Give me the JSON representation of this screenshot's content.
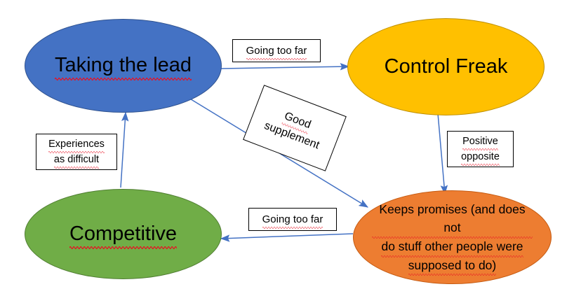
{
  "diagram": {
    "title": "Taking the lead / Control Freak / Competitive / Keeps promises relationship map",
    "background_color": "#ffffff",
    "arrow_color": "#4472c4",
    "spellcheck_squiggle_color": "#e81123",
    "nodes": [
      {
        "id": "taking-the-lead",
        "label": "Taking the lead",
        "color": "#4472c4",
        "border_color": "#2f528f",
        "position": "top-left"
      },
      {
        "id": "control-freak",
        "label": "Control Freak",
        "color": "#ffc000",
        "border_color": "#bf9000",
        "position": "top-right"
      },
      {
        "id": "competitive",
        "label": "Competitive",
        "color": "#70ad47",
        "border_color": "#507e32",
        "position": "bottom-left"
      },
      {
        "id": "keeps-promises",
        "label_lines": [
          "Keeps promises (and does not",
          "do stuff other people were",
          "supposed to do)"
        ],
        "color": "#ed7d31",
        "border_color": "#c55a11",
        "position": "bottom-right"
      }
    ],
    "edge_labels": {
      "going_too_far_top": "Going too far",
      "going_too_far_bottom": "Going too far",
      "experiences_as_difficult_lines": [
        "Experiences",
        "as difficult"
      ],
      "positive_opposite_lines": [
        "Positive",
        "opposite"
      ],
      "good_supplement_lines": [
        "Good",
        "supplement"
      ]
    },
    "edges": [
      {
        "id": "lead-to-control",
        "from": "taking-the-lead",
        "to": "control-freak",
        "label": "Going too far"
      },
      {
        "id": "lead-to-keeps",
        "from": "taking-the-lead",
        "to": "keeps-promises",
        "label": "Good supplement"
      },
      {
        "id": "control-to-keeps",
        "from": "control-freak",
        "to": "keeps-promises",
        "label": "Positive opposite"
      },
      {
        "id": "keeps-to-competitive",
        "from": "keeps-promises",
        "to": "competitive",
        "label": "Going too far"
      },
      {
        "id": "competitive-to-lead",
        "from": "competitive",
        "to": "taking-the-lead",
        "label": "Experiences as difficult"
      }
    ]
  }
}
